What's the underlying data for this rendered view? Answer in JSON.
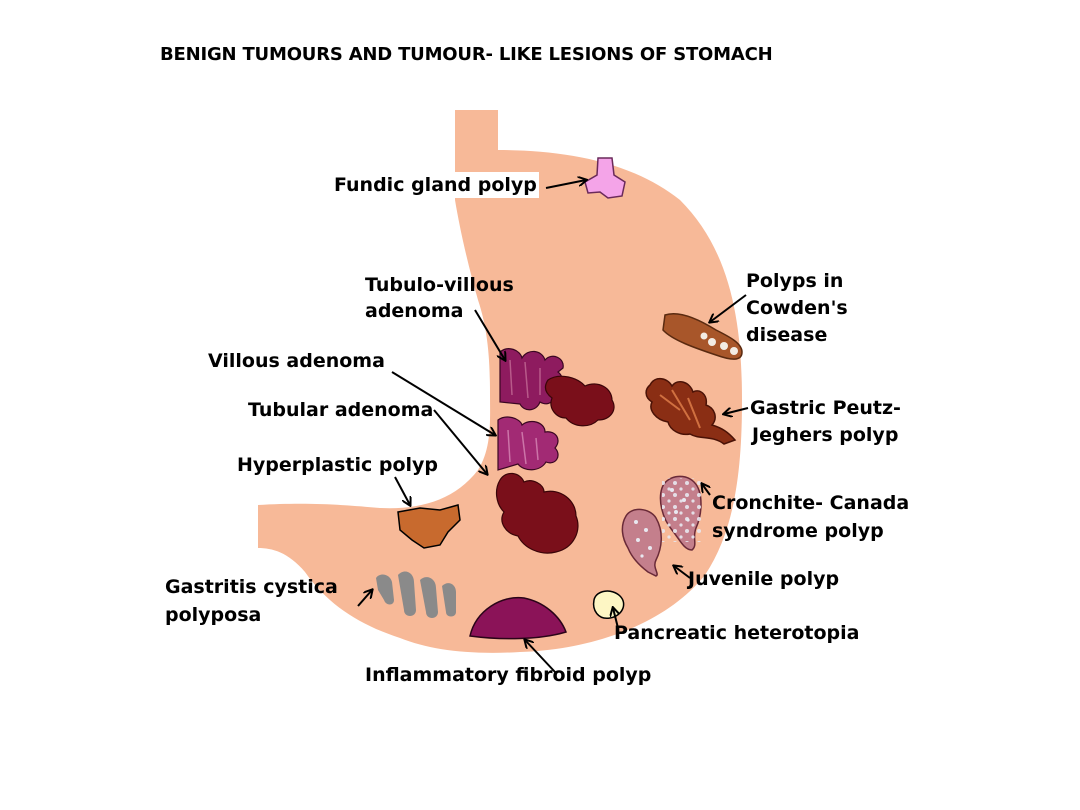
{
  "title": "BENIGN TUMOURS AND TUMOUR- LIKE LESIONS OF STOMACH",
  "colors": {
    "stomach": "#f7b998",
    "fundic": "#f4a4e8",
    "adenoma_villous": "#8e1b5f",
    "adenoma_tubular": "#7a0f1a",
    "hyperplastic": "#c86a2e",
    "cowden": "#a8562a",
    "peutz_jeghers": "#8a2e14",
    "cronkhite": "#c47f8c",
    "gastritis_cystica": "#8a8a8a",
    "inflammatory_fibroid": "#8b1358",
    "pancreatic": "#fdf6c4"
  },
  "labels": {
    "fundic_gland_polyp": "Fundic gland polyp",
    "tubulo_villous_1": "Tubulo-villous",
    "tubulo_villous_2": "adenoma",
    "villous_adenoma": "Villous adenoma",
    "tubular_adenoma": "Tubular adenoma",
    "hyperplastic_polyp": "Hyperplastic polyp",
    "gastritis_cystica_1": "Gastritis cystica",
    "gastritis_cystica_2": "polyposa",
    "inflammatory_fibroid_polyp": "Inflammatory fibroid polyp",
    "cowden_1": "Polyps in",
    "cowden_2": "Cowden's",
    "cowden_3": "disease",
    "peutz_jeghers_1": "Gastric Peutz-",
    "peutz_jeghers_2": "Jeghers polyp",
    "cronkhite_1": "Cronchite- Canada",
    "cronkhite_2": "syndrome polyp",
    "juvenile_polyp": "Juvenile polyp",
    "pancreatic_heterotopia": "Pancreatic heterotopia"
  }
}
